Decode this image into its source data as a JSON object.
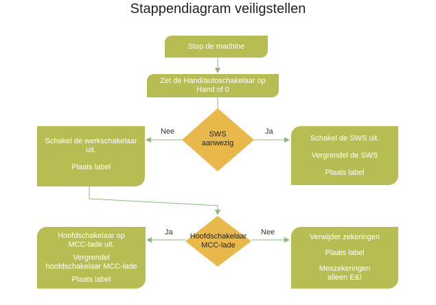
{
  "title": "Stappendiagram veiligstellen",
  "colors": {
    "box": "#b7bd52",
    "diamond": "#e8b84a",
    "line": "#8bb87a",
    "text": "#ffffff"
  },
  "nodes": {
    "stop": {
      "lines": [
        "Stop de machine"
      ]
    },
    "hand": {
      "lines": [
        "Zet de Hand/autoschakelaar op",
        "Hand of 0"
      ]
    },
    "sws_decision": {
      "lines": [
        "SWS",
        "aanwezig"
      ]
    },
    "werkschakelaar": {
      "lines": [
        "Schakel de werkschakelaar",
        "uit.",
        "",
        "Plaats label"
      ]
    },
    "sws_off": {
      "lines": [
        "Schakel de SWS uit.",
        "",
        "Vergrendel de SWS",
        "",
        "Plaats label"
      ]
    },
    "mcc_decision": {
      "lines": [
        "Hoofdschakelaar",
        "MCC-lade"
      ]
    },
    "hoofdschakelaar": {
      "lines": [
        "Hoofdschakelaar op",
        "MCC-lade uit.",
        "",
        "Vergrendel",
        "hoofdschakelaar MCC-lade",
        "",
        "Plaats label"
      ]
    },
    "zekeringen": {
      "lines": [
        "Verwijder zekeringen",
        "",
        "Plaats label",
        "",
        "Meszekeringen",
        "alleen E&I"
      ]
    }
  },
  "edges": {
    "sws_nee": "Nee",
    "sws_ja": "Ja",
    "mcc_ja": "Ja",
    "mcc_nee": "Nee"
  }
}
